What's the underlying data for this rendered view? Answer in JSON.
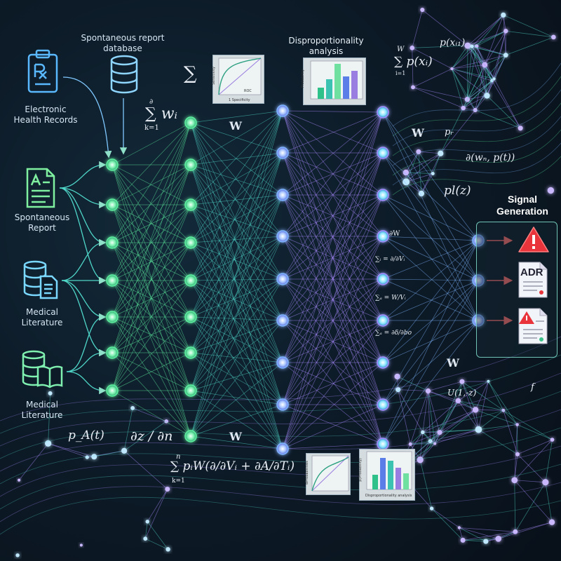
{
  "inputs": {
    "spontaneous_db": "Spontaneous report\ndatabase",
    "ehr": "Electronic\nHealth Records",
    "spontaneous_report": "Spontaneous\nReport",
    "medical_literature_1": "Medical\nLiterature",
    "medical_literature_2": "Medical\nLiterature"
  },
  "panels": {
    "roc_caption": "ROC",
    "roc_xlabel": "1 Specificity",
    "roc_ylabel": "Sensitivity",
    "disproportionality_title": "Disproportionality\nanalysis",
    "disproportionality_ylabel": "Probability",
    "bottom_right_caption": "Disproportionality analysis",
    "bottom_right_ylabel": "p(Probability)",
    "bottom_left_ylabel": "dProbabilities"
  },
  "formulas": {
    "sum_top": "∑",
    "sum_w": "∑ wᵢ",
    "sum_w_limits_top": "∂",
    "sum_w_limits_bottom": "k=1",
    "sum_px": "∑ p(xᵢ)",
    "sum_px_top": "W",
    "sum_px_bottom": "i=1",
    "p_x": "p(xᵢ₁)",
    "p_r": "pᵣ",
    "partial_w": "∂(wₙ, p(t))",
    "pl_z": "pl(z)",
    "pA_t": "p_A(t)",
    "dz_dn": "∂z / ∂n",
    "bottom_sum": "∑ pᵢW(∂/∂Vᵢ + ∂A/∂Tᵢ)",
    "bottom_sum_top": "n",
    "bottom_sum_bottom": "k=1",
    "eq_dW": "∂W",
    "eq_1": "∑ᵢ = ∂/∂Vᵢ",
    "eq_2": "∑ₐ = W/Vᵢ",
    "eq_3": "∑ₐ = ∂δ/∂bo",
    "u_z": "U(1,-z)",
    "f_sym": "f"
  },
  "weights": {
    "w1": "W",
    "w2": "W",
    "w3": "W",
    "w4": "W"
  },
  "signal": {
    "title": "Signal\nGeneration",
    "adr_label": "ADR"
  },
  "colors": {
    "green": "#5ef0a0",
    "teal": "#4fd6c8",
    "blue": "#7fb6ff",
    "purple": "#a98bff",
    "alert_red": "#e8343a"
  }
}
